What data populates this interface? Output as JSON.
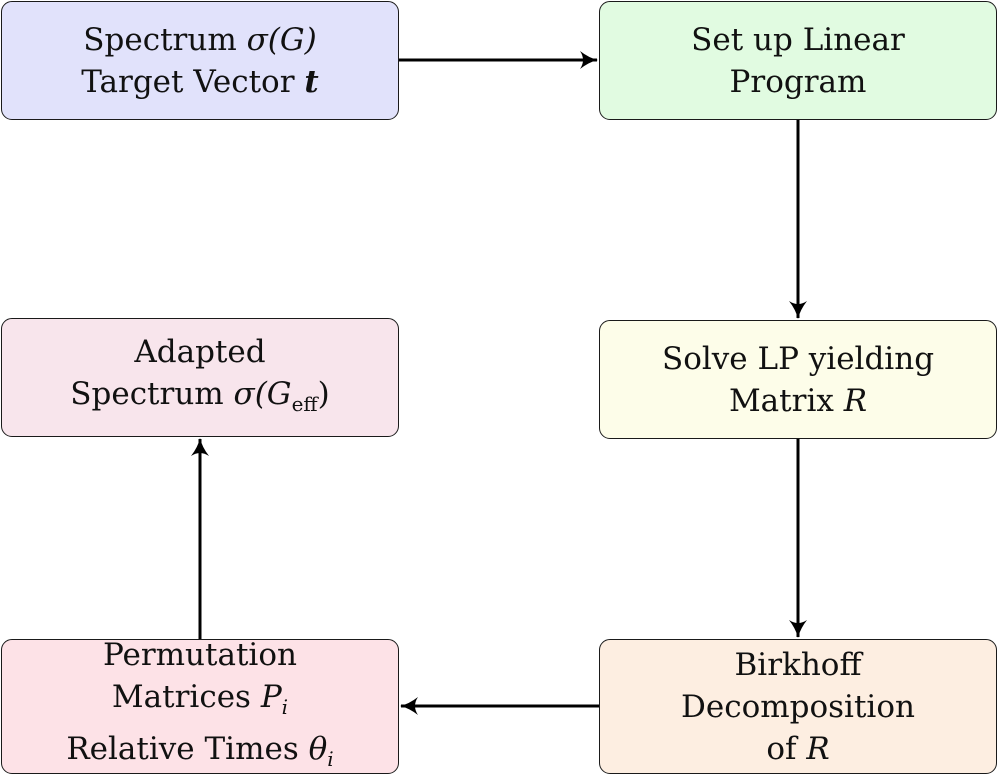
{
  "colors": {
    "input_fill": "#e1e2fb",
    "lp_fill": "#e1fbe1",
    "solve_fill": "#fdfde9",
    "birkhoff_fill": "#fdeee1",
    "permutation_fill": "#fde2e7",
    "adapted_fill": "#f8e5ec",
    "stroke": "#1a1a1a",
    "arrow": "#000000"
  },
  "nodes": {
    "input": {
      "line1_text": "Spectrum ",
      "line1_math": "σ(G)",
      "line2_text": "Target Vector ",
      "line2_math": "t"
    },
    "lp": {
      "line1": "Set up Linear",
      "line2": "Program"
    },
    "solve": {
      "line1": "Solve LP yielding",
      "line2_text": "Matrix ",
      "line2_math": "R"
    },
    "birkhoff": {
      "line1": "Birkhoff",
      "line2": "Decomposition",
      "line3_text": "of ",
      "line3_math": "R"
    },
    "permutation": {
      "line1": "Permutation",
      "line2_text": "Matrices ",
      "line2_math": "P",
      "line2_sub": "i",
      "line3_text": "Relative Times ",
      "line3_math": "θ",
      "line3_sub": "i"
    },
    "adapted": {
      "line1": "Adapted",
      "line2_text": "Spectrum ",
      "line2_math_pre": "σ(G",
      "line2_sub": "eff",
      "line2_math_post": ")"
    }
  }
}
